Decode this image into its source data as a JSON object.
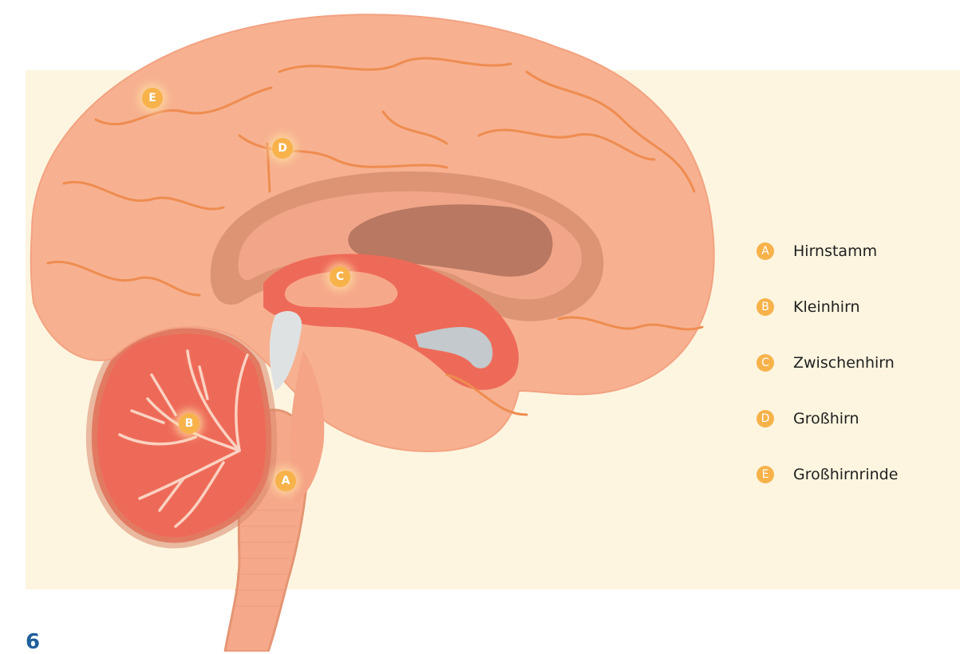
{
  "markers": [
    {
      "letter": "A",
      "label": "Hirnstamm"
    },
    {
      "letter": "B",
      "label": "Kleinhirn"
    },
    {
      "letter": "C",
      "label": "Zwischenhirn"
    },
    {
      "letter": "D",
      "label": "Großhirn"
    },
    {
      "letter": "E",
      "label": "Großhirnrinde"
    }
  ],
  "page_number": "6",
  "colors": {
    "background_panel": "#fdf5e0",
    "brain_tissue": "#f7b190",
    "vessels": "#ee8c50",
    "cerebellum_red": "#ee6a58",
    "ventricle_grey": "#c3c9cc",
    "marker": "#f7b24a",
    "page_number": "#1f5f9c"
  }
}
